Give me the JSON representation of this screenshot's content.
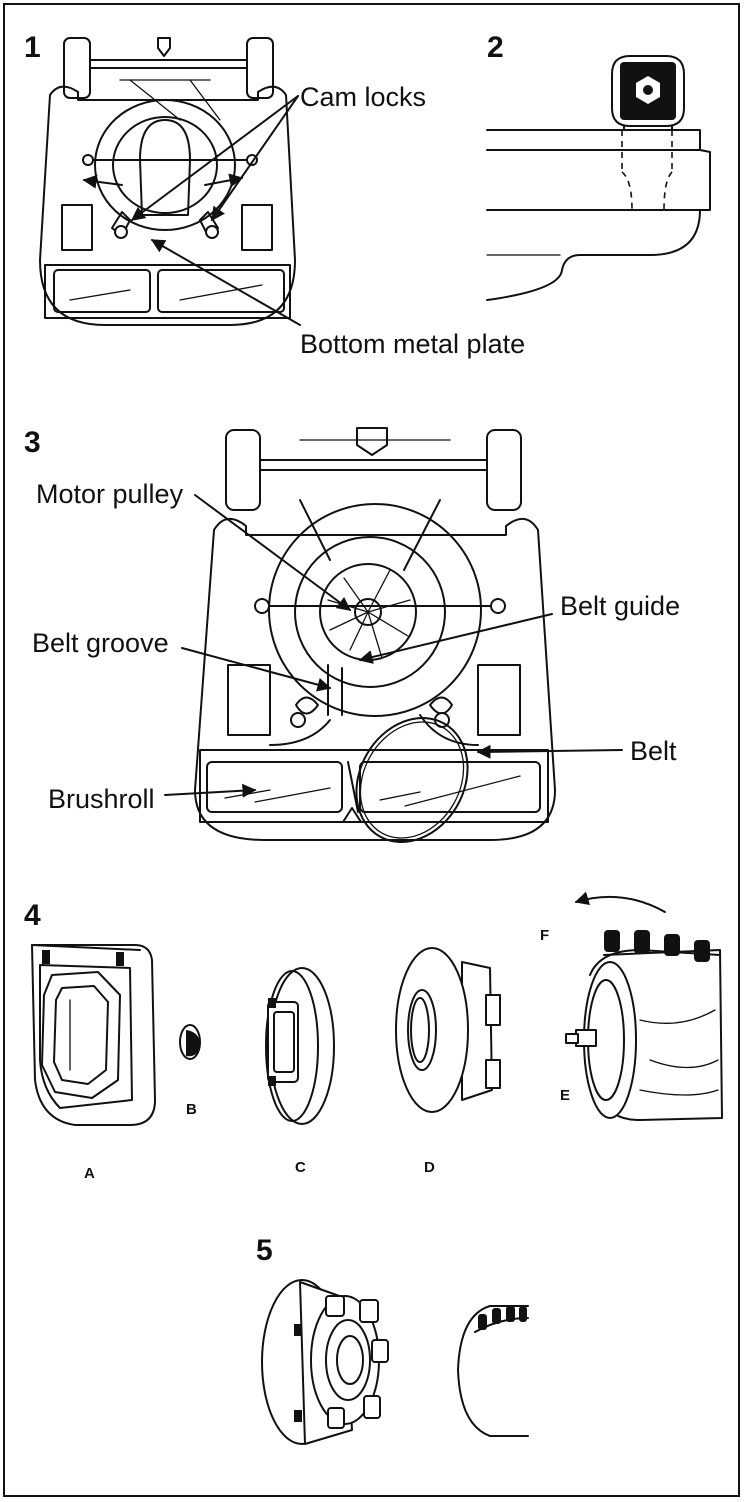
{
  "steps": [
    {
      "number": "1",
      "labels": {
        "cam_locks": "Cam locks",
        "bottom_plate": "Bottom metal plate"
      }
    },
    {
      "number": "2"
    },
    {
      "number": "3",
      "labels": {
        "motor_pulley": "Motor pulley",
        "belt_guide": "Belt guide",
        "belt_groove": "Belt groove",
        "belt": "Belt",
        "brushroll": "Brushroll"
      }
    },
    {
      "number": "4",
      "parts": {
        "a": "A",
        "b": "B",
        "c": "C",
        "d": "D",
        "e": "E",
        "f": "F"
      }
    },
    {
      "number": "5"
    }
  ]
}
